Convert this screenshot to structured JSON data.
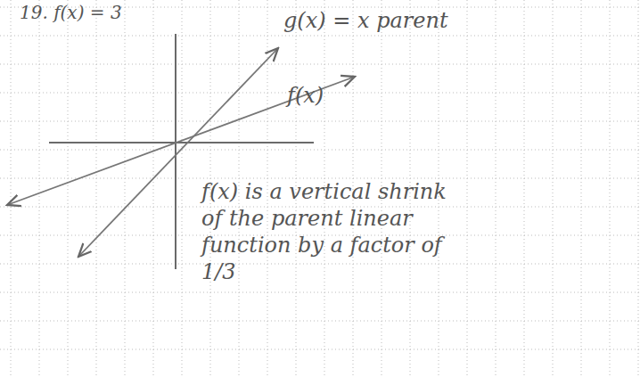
{
  "diagram": {
    "labels": [
      "19. f(x) = 3",
      "g(x) = x parent",
      "f(x)",
      "f(x) is a vertical shrink of the parent linear function by a factor of 1/3"
    ]
  }
}
